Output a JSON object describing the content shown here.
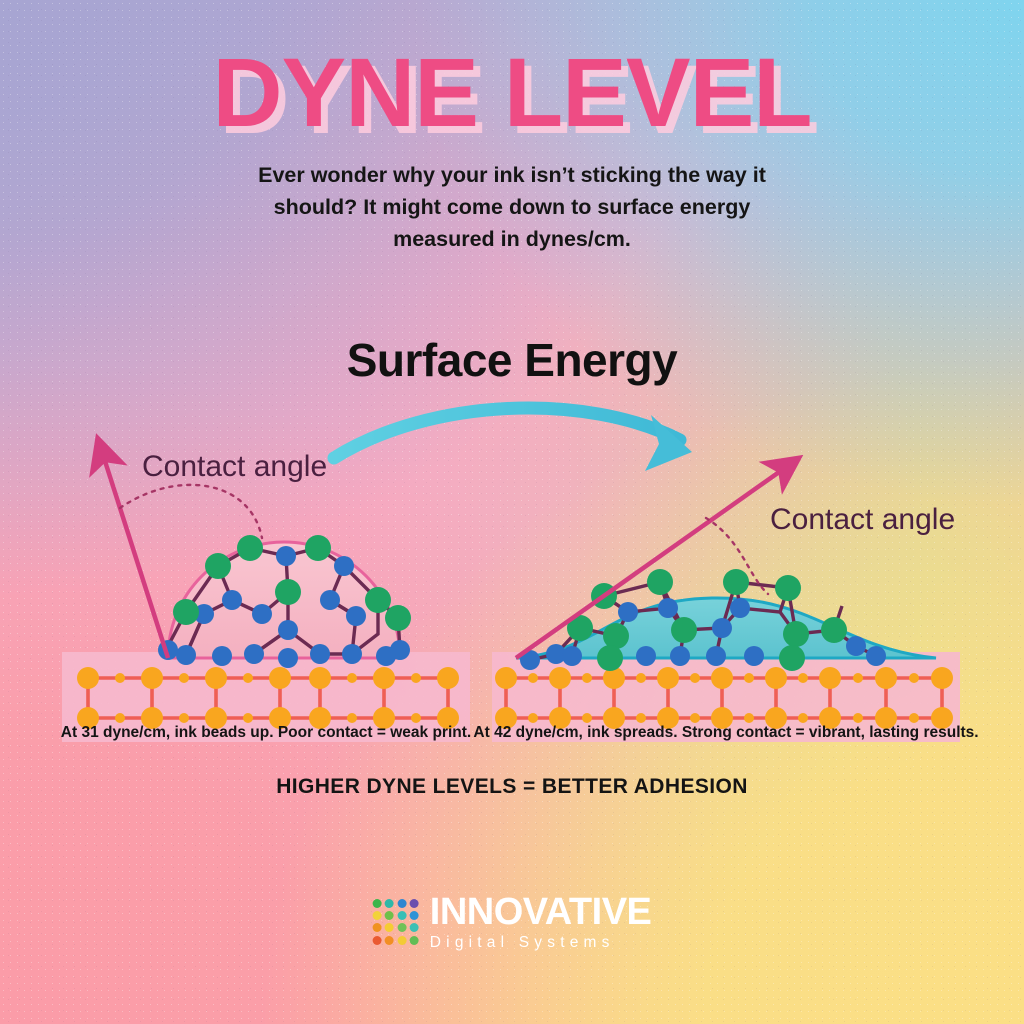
{
  "poster": {
    "title": "DYNE LEVEL",
    "subtitle": "Ever wonder why your ink isn’t sticking the way it should? It might come down to surface energy measured in dynes/cm.",
    "section_heading": "Surface Energy",
    "tagline": "HIGHER DYNE LEVELS = BETTER ADHESION"
  },
  "colors": {
    "title_pink": "#ee4c84",
    "title_shadow": "#ffcdde",
    "arrow_cyan": "#4ec3dd",
    "arrow_magenta": "#d33d7f",
    "label_purple": "#4a2040",
    "droplet_pink_fill": "#f7bcc8",
    "droplet_pink_edge": "#e8639c",
    "droplet_teal_fill": "#6ccbd5",
    "droplet_teal_edge": "#1fa8c4",
    "node_green": "#1fa463",
    "node_blue": "#2e6fc4",
    "bond_purple": "#6b2b52",
    "substrate_panel": "#f6b9cd",
    "substrate_atom": "#f9a61f",
    "substrate_bond": "#ef5f55",
    "text_dark": "#141414"
  },
  "diagram": {
    "left": {
      "contact_angle_label": "Contact angle",
      "caption": "At 31 dyne/cm, ink beads up. Poor contact = weak print.",
      "dyne_value": "31",
      "droplet_shape": "high-contact-angle-dome",
      "droplet_color": "pink"
    },
    "right": {
      "contact_angle_label": "Contact angle",
      "caption": "At 42 dyne/cm, ink spreads. Strong contact = vibrant, lasting results.",
      "dyne_value": "42",
      "droplet_shape": "low-contact-angle-spread",
      "droplet_color": "teal"
    }
  },
  "logo": {
    "name": "INNOVATIVE",
    "tagline": "Digital Systems",
    "dot_colors": [
      "#3bb54a",
      "#2fb8a8",
      "#2f86d0",
      "#6b4fae",
      "#f2d23a",
      "#6fc04a",
      "#36bfb6",
      "#2f93d6",
      "#f0921f",
      "#f5cc33",
      "#6fc258",
      "#3cc0b4",
      "#ea5a32",
      "#f28f24",
      "#f3cb36",
      "#63bd55"
    ]
  }
}
